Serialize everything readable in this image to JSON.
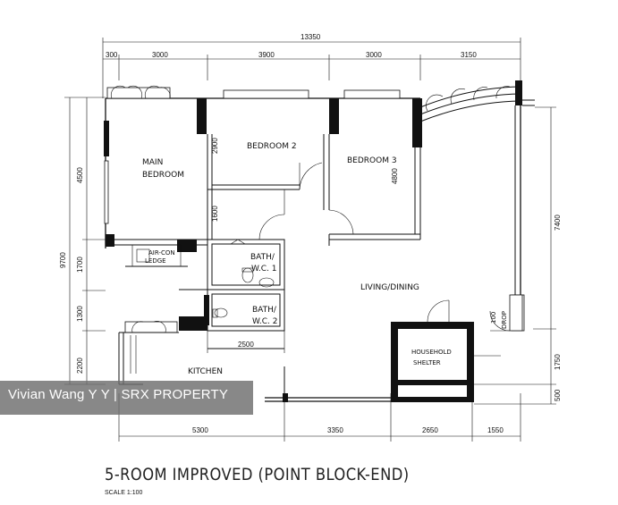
{
  "rooms": {
    "main_bedroom_l1": "MAIN",
    "main_bedroom_l2": "BEDROOM",
    "bedroom2": "BEDROOM 2",
    "bedroom3": "BEDROOM 3",
    "aircon_l1": "AIR-CON",
    "aircon_l2": "LEDGE",
    "bath1_l1": "BATH/",
    "bath1_l2": "W.C. 1",
    "bath2_l1": "BATH/",
    "bath2_l2": "W.C. 2",
    "living": "LIVING/DINING",
    "kitchen": "KITCHEN",
    "shelter_l1": "HOUSEHOLD",
    "shelter_l2": "SHELTER",
    "refuse": "DROP",
    "refuse_num": "100"
  },
  "dimensions": {
    "overall": "13350",
    "top": [
      "300",
      "3000",
      "3900",
      "3000",
      "3150"
    ],
    "bottom": [
      "5300",
      "3350",
      "2650",
      "1550"
    ],
    "left_total": "9700",
    "left": [
      "4500",
      "1700",
      "1300",
      "2200"
    ],
    "right": [
      "7400",
      "1750",
      "500"
    ],
    "bedroom2_height": "2900",
    "corridor": "1600",
    "bedroom3_height": "4800",
    "bath_width": "2500"
  },
  "footer": {
    "title": "5-ROOM IMPROVED (POINT BLOCK-END)",
    "scale": "SCALE   1:100"
  },
  "watermark": "Vivian Wang Y Y | SRX PROPERTY"
}
